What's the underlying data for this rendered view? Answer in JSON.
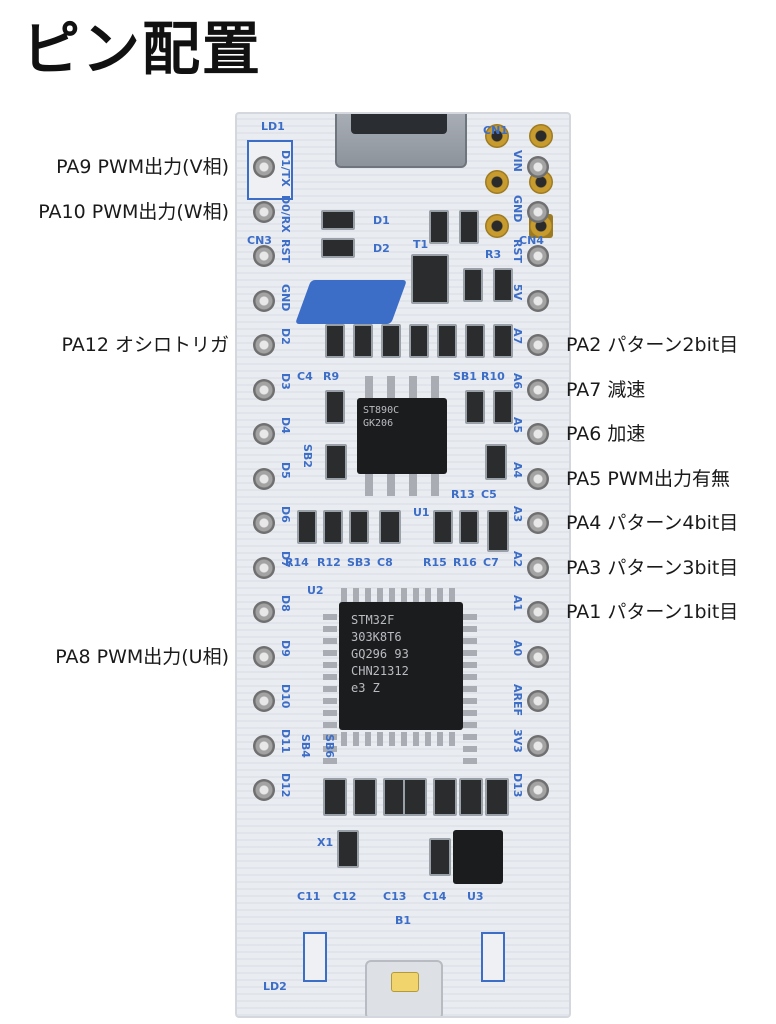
{
  "title": "ピン配置",
  "board": {
    "silk": {
      "ld1": "LD1",
      "ld2": "LD2",
      "cn1": "CN1",
      "cn3": "CN3",
      "cn4": "CN4",
      "d1": "D1",
      "d2": "D2",
      "t1": "T1",
      "r3": "R3",
      "c4": "C4",
      "r9": "R9",
      "sb1": "SB1",
      "r10": "R10",
      "sb2": "SB2",
      "r13": "R13",
      "c5": "C5",
      "u1": "U1",
      "r14": "R14",
      "r12": "R12",
      "sb3": "SB3",
      "c8": "C8",
      "r15": "R15",
      "r16": "R16",
      "c7": "C7",
      "u2": "U2",
      "sb4": "SB4",
      "sb6": "SB6",
      "x1": "X1",
      "c11": "C11",
      "c12": "C12",
      "c13": "C13",
      "c14": "C14",
      "u3": "U3",
      "b1": "B1",
      "left_pins": [
        "D1/TX",
        "D0/RX",
        "RST",
        "GND",
        "D2",
        "D3",
        "D4",
        "D5",
        "D6",
        "D7",
        "D8",
        "D9",
        "D10",
        "D11",
        "D12"
      ],
      "right_pins": [
        "VIN",
        "GND",
        "RST",
        "5V",
        "A7",
        "A6",
        "A5",
        "A4",
        "A3",
        "A2",
        "A1",
        "A0",
        "AREF",
        "3V3",
        "D13"
      ]
    },
    "u1_chip": [
      "ST890C",
      "GK206"
    ],
    "u2_chip": [
      "STM32F",
      "303K8T6",
      "GQ296 93",
      "CHN21312",
      "e3 Z"
    ]
  },
  "pin_labels": {
    "left": [
      {
        "text": "PA9 PWM出力(V相)",
        "pin": 1
      },
      {
        "text": "PA10 PWM出力(W相)",
        "pin": 2
      },
      {
        "text": "PA12 オシロトリガ",
        "pin": 5
      },
      {
        "text": "PA8 PWM出力(U相)",
        "pin": 12
      }
    ],
    "right": [
      {
        "text": "PA2 パターン2bit目",
        "pin": 5
      },
      {
        "text": "PA7 減速",
        "pin": 6
      },
      {
        "text": "PA6 加速",
        "pin": 7
      },
      {
        "text": "PA5 PWM出力有無",
        "pin": 8
      },
      {
        "text": "PA4 パターン4bit目",
        "pin": 9
      },
      {
        "text": "PA3 パターン3bit目",
        "pin": 10
      },
      {
        "text": "PA1 パターン1bit目",
        "pin": 11
      }
    ]
  },
  "colors": {
    "silk": "#3c6dc7",
    "pad_gold": "#c79b2e",
    "chip": "#1b1c1e"
  }
}
